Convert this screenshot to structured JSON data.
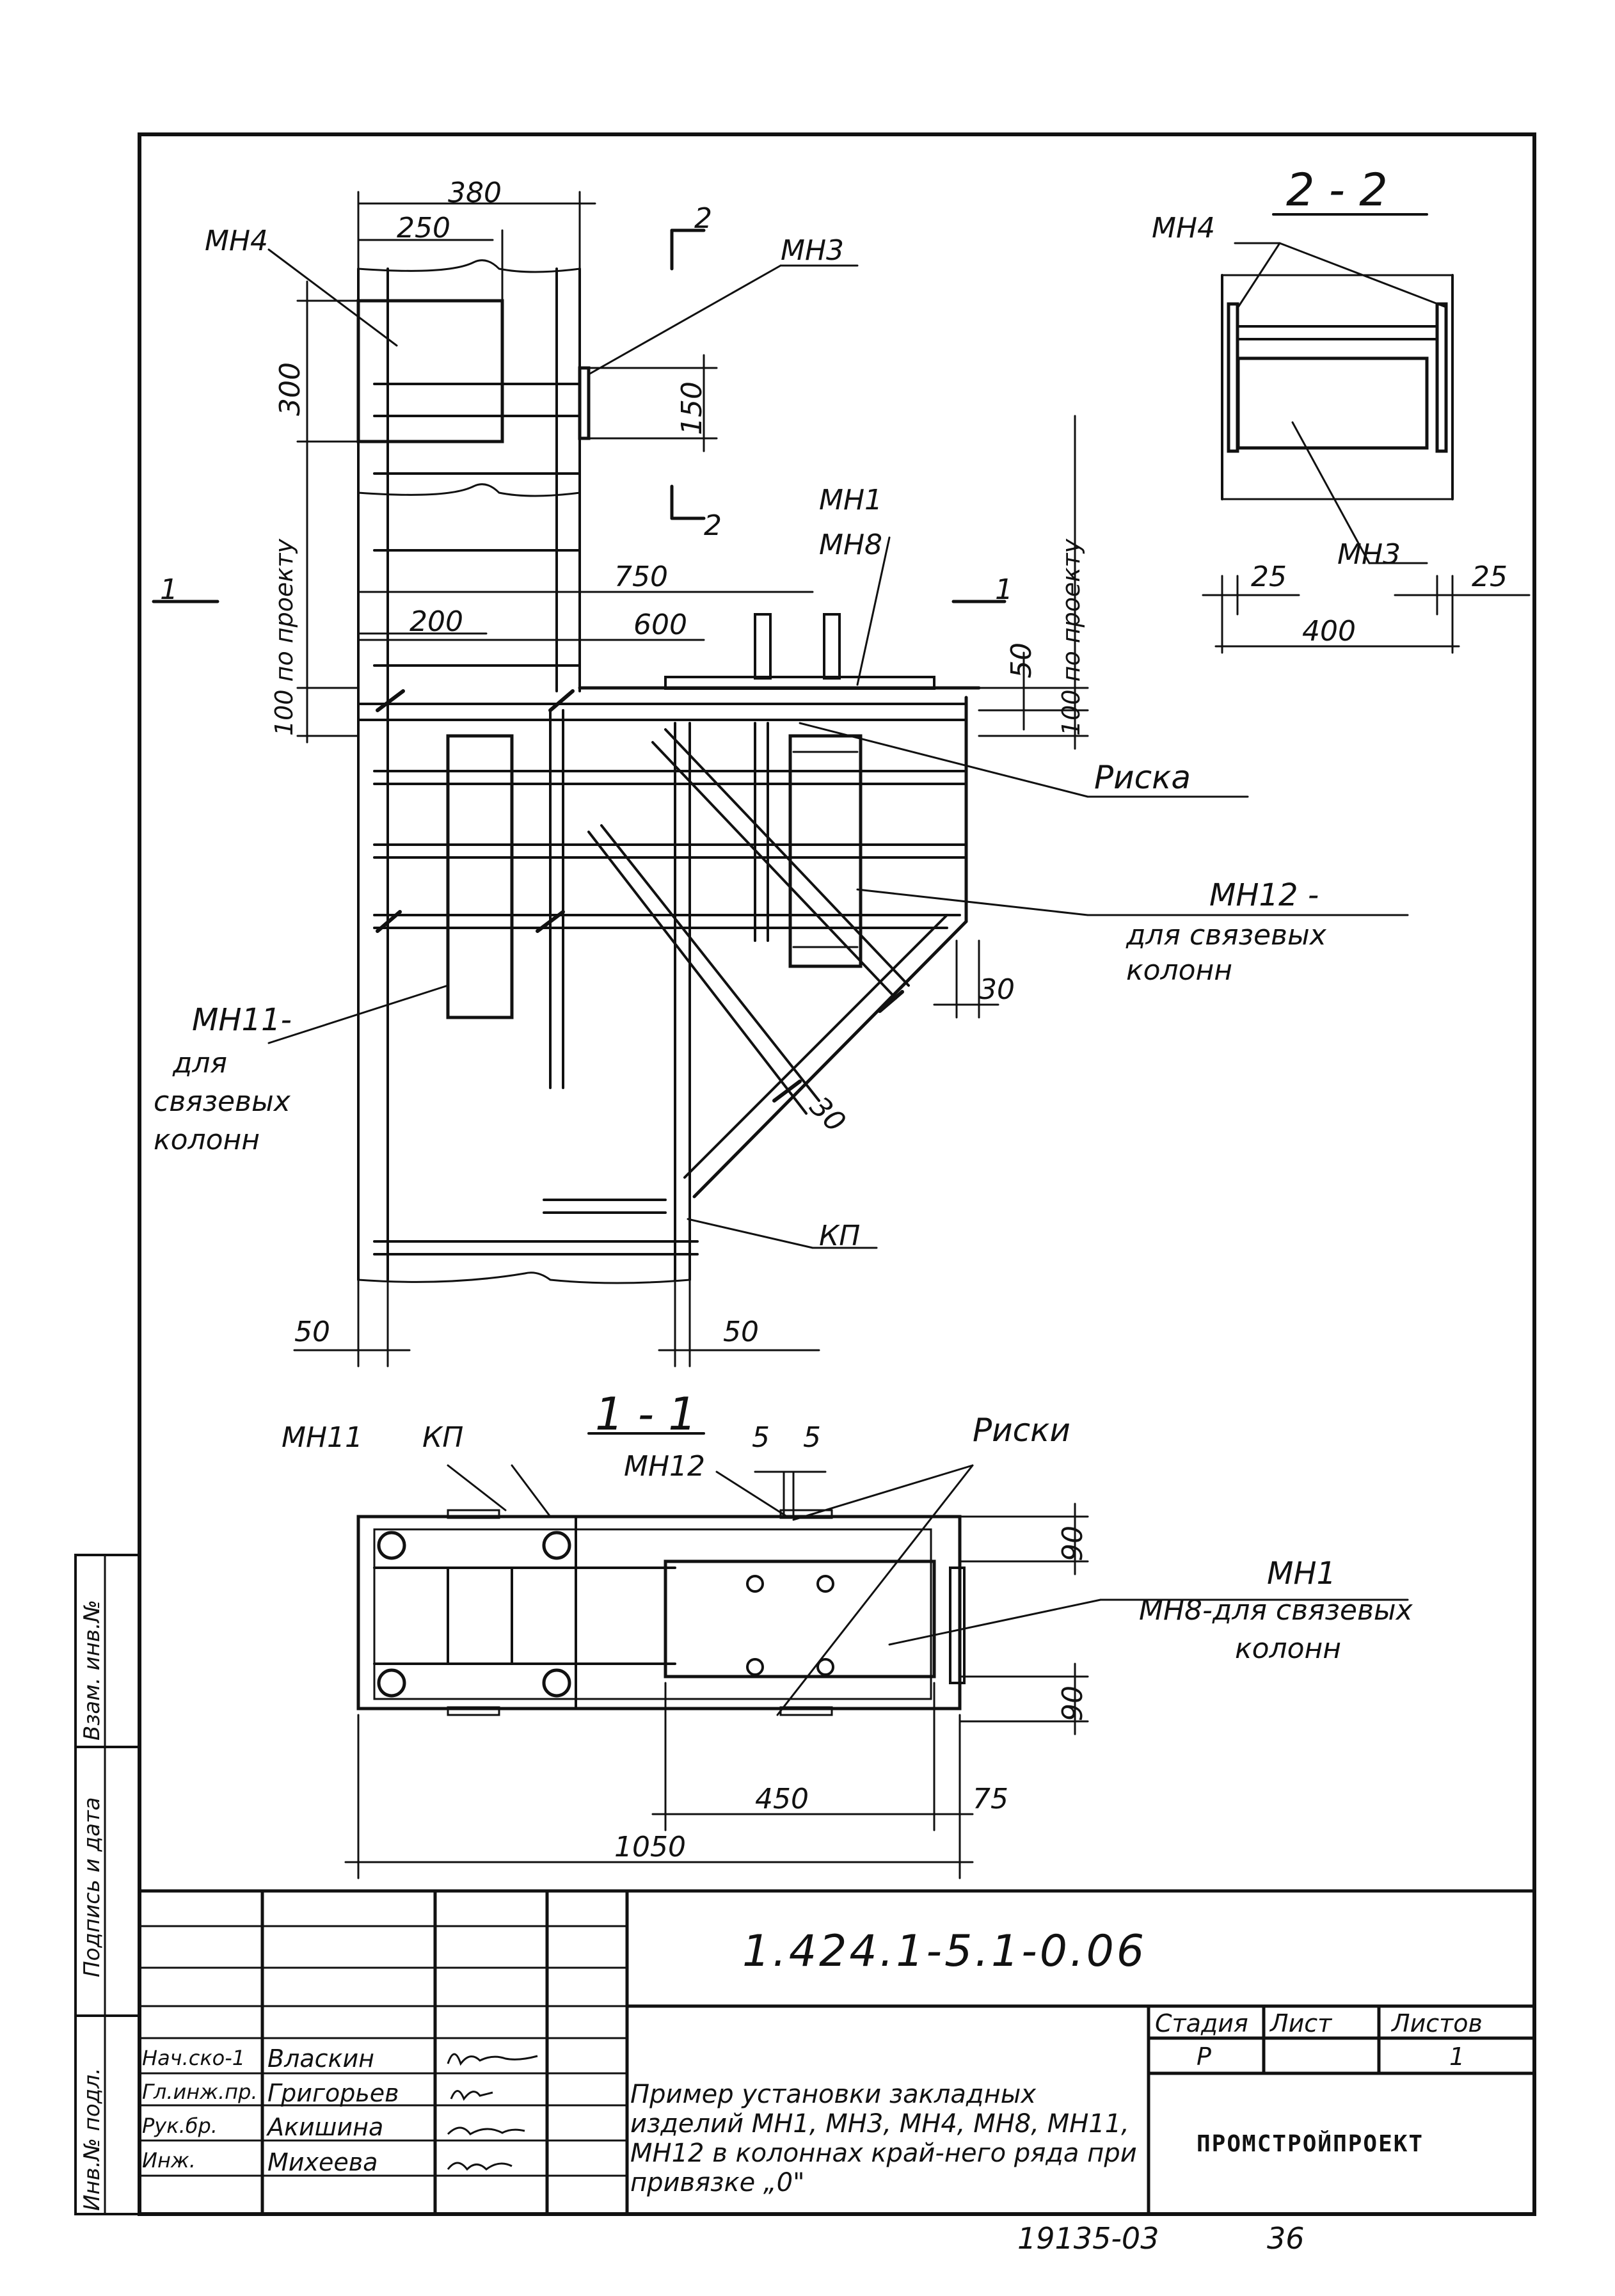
{
  "drawing": {
    "section_2_title": "2 - 2",
    "section_1_title": "1 - 1",
    "labels": {
      "mn4_main": "МН4",
      "mn3_main": "МН3",
      "mn4_section": "МН4",
      "mn3_section": "МН3",
      "mn1_main": "МН1",
      "mn8_main": "МН8",
      "riska": "Риска",
      "mn12_main": "МН12 -",
      "mn12_note_1": "для связевых",
      "mn12_note_2": "колонн",
      "mn11_main": "МН11-",
      "mn11_note_1": "для",
      "mn11_note_2": "связевых",
      "mn11_note_3": "колонн",
      "kp_main": "КП",
      "mn11_plan": "МН11",
      "kp_plan": "КП",
      "mn12_plan": "МН12",
      "riski": "Риски",
      "mn1_plan": "МН1",
      "mn8_plan_1": "МН8-для связевых",
      "mn8_plan_2": "колонн",
      "cut_2_top": "2",
      "cut_2_bottom": "2",
      "cut_1_left": "1",
      "cut_1_right": "1"
    },
    "dimensions": {
      "d380": "380",
      "d250": "250",
      "d300": "300",
      "d150": "150",
      "d100_left": "100 по проекту",
      "d100_right": "100 по проекту",
      "d750": "750",
      "d600": "600",
      "d200": "200",
      "d50_right": "50",
      "d30_a": "30",
      "d30_b": "30",
      "d50_bl": "50",
      "d50_br": "50",
      "d25_l": "25",
      "d25_r": "25",
      "d400": "400",
      "d5a": "5",
      "d5b": "5",
      "d90_top": "90",
      "d90_bot": "90",
      "d450": "450",
      "d75": "75",
      "d1050": "1050"
    }
  },
  "title_block": {
    "code": "1.424.1-5.1-0.06",
    "title": "Пример установки закладных изделий МН1, МН3, МН4, МН8, МН11, МН12 в колоннах край-него ряда при привязке „0\"",
    "stage_header": "Стадия",
    "sheet_header": "Лист",
    "sheets_header": "Листов",
    "stage_value": "Р",
    "sheets_value": "1",
    "organization": "ПРОМСТРОЙПРОЕКТ",
    "staff": [
      {
        "role": "Нач.ско-1",
        "name": "Власкин"
      },
      {
        "role": "Гл.инж.пр.",
        "name": "Григорьев"
      },
      {
        "role": "Рук.бр.",
        "name": "Акишина"
      },
      {
        "role": "Инж.",
        "name": "Михеева"
      }
    ]
  },
  "margin": {
    "inv_orig": "Инв.№ подл.",
    "sign_date": "Подпись и дата",
    "inv_replace": "Взам. инв.№"
  },
  "footer": {
    "number": "19135-03",
    "page": "36"
  }
}
